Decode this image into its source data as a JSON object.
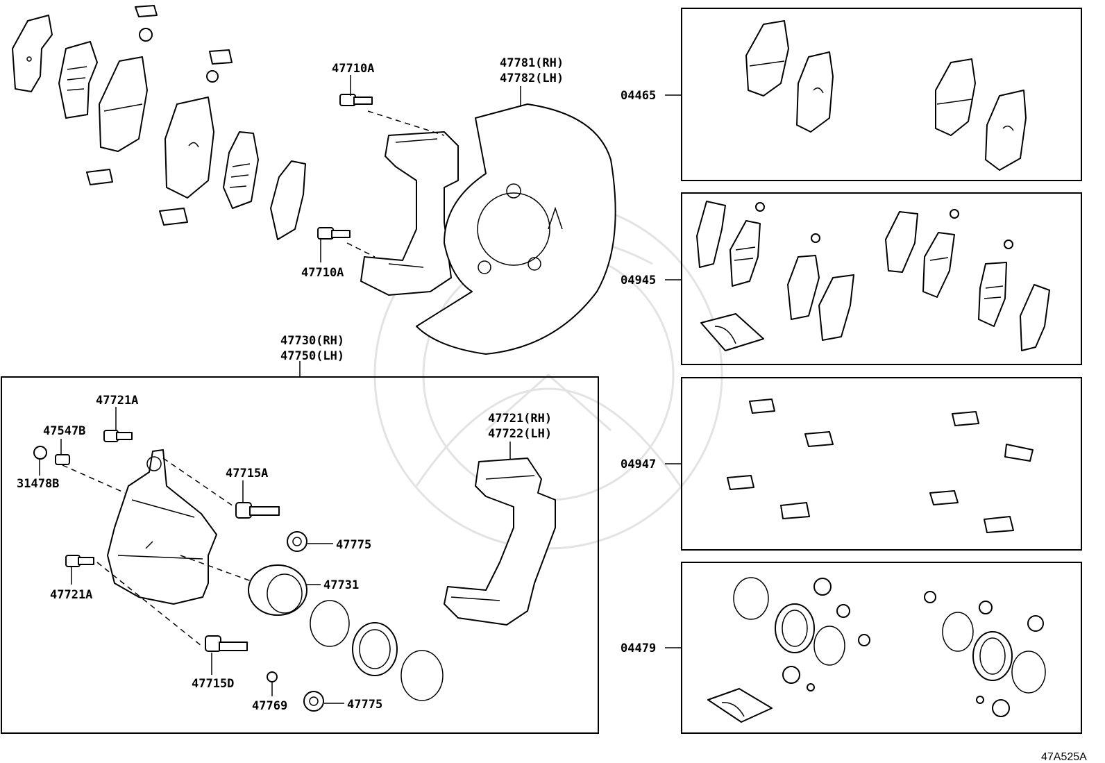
{
  "labels": {
    "p47710A_top": "47710A",
    "p47710A_bot": "47710A",
    "p47781": "47781(RH)",
    "p47782": "47782(LH)",
    "p47730": "47730(RH)",
    "p47750": "47750(LH)",
    "p47721A_top": "47721A",
    "p47547B": "47547B",
    "p31478B": "31478B",
    "p47715A": "47715A",
    "p47775_top": "47775",
    "p47731": "47731",
    "p47721A_bot": "47721A",
    "p47715D": "47715D",
    "p47769": "47769",
    "p47775_bot": "47775",
    "p47721": "47721(RH)",
    "p47722": "47722(LH)",
    "kit04465": "04465",
    "kit04945": "04945",
    "kit04947": "04947",
    "kit04479": "04479"
  },
  "reference_code": "47A525A"
}
